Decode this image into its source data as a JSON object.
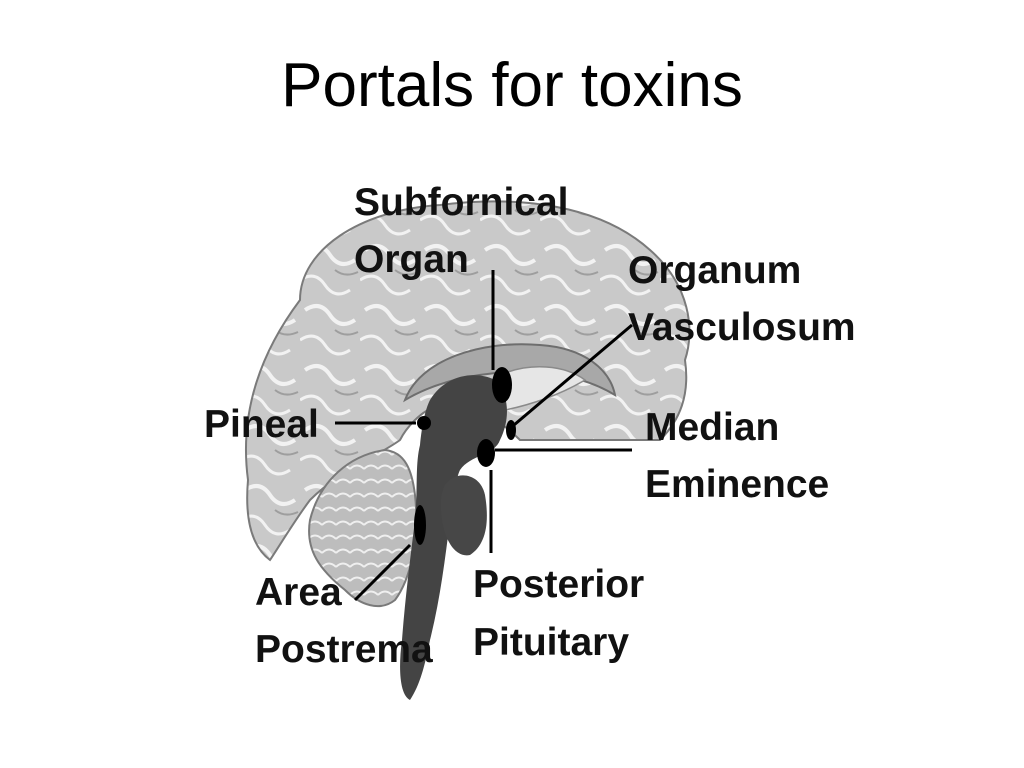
{
  "title": "Portals for toxins",
  "labels": {
    "subfornical_organ": [
      "Subfornical",
      "Organ"
    ],
    "organum_vasculosum": [
      "Organum",
      "Vasculosum"
    ],
    "pineal": [
      "Pineal"
    ],
    "median_eminence": [
      "Median",
      "Eminence"
    ],
    "area_postrema": [
      "Area",
      "Postrema"
    ],
    "posterior_pituitary": [
      "Posterior",
      "Pituitary"
    ]
  },
  "colors": {
    "brain_tissue": "#c9c9c9",
    "brain_outline": "#7a7a7a",
    "brainstem": "#444444",
    "label_text": "#111111"
  }
}
